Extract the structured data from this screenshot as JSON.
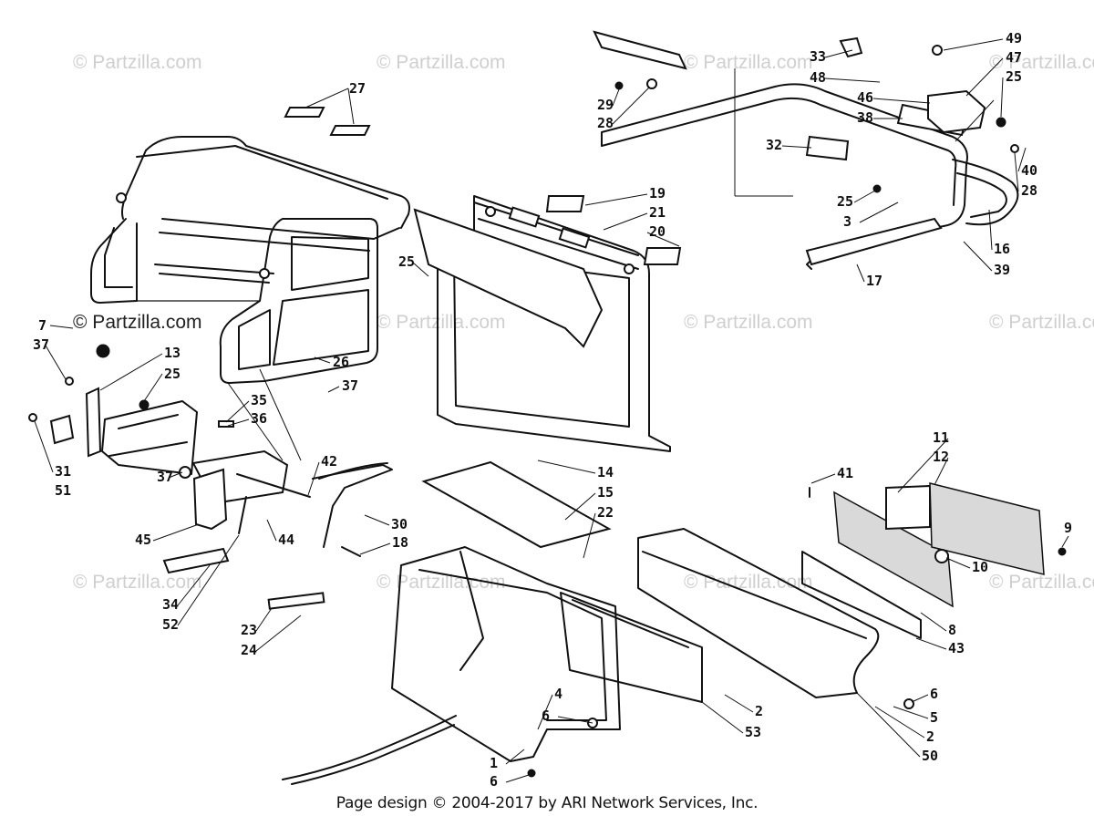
{
  "watermark": "© Partzilla.com",
  "footer": "Page design © 2004-2017 by ARI Network Services, Inc.",
  "callouts": {
    "c1": "1",
    "c2a": "2",
    "c2b": "2",
    "c3": "3",
    "c4": "4",
    "c5": "5",
    "c6a": "6",
    "c6b": "6",
    "c6c": "6",
    "c7": "7",
    "c8": "8",
    "c9": "9",
    "c10": "10",
    "c11": "11",
    "c12": "12",
    "c13": "13",
    "c14": "14",
    "c15": "15",
    "c16": "16",
    "c17": "17",
    "c18": "18",
    "c19": "19",
    "c20": "20",
    "c21": "21",
    "c22": "22",
    "c23": "23",
    "c24": "24",
    "c25a": "25",
    "c25b": "25",
    "c25c": "25",
    "c25d": "25",
    "c26": "26",
    "c27": "27",
    "c28a": "28",
    "c28b": "28",
    "c29": "29",
    "c30": "30",
    "c31": "31",
    "c32": "32",
    "c33": "33",
    "c34": "34",
    "c35": "35",
    "c36": "36",
    "c37a": "37",
    "c37b": "37",
    "c37c": "37",
    "c38": "38",
    "c39": "39",
    "c40": "40",
    "c41": "41",
    "c42": "42",
    "c43": "43",
    "c44": "44",
    "c45": "45",
    "c46": "46",
    "c47": "47",
    "c48": "48",
    "c49": "49",
    "c50": "50",
    "c51": "51",
    "c52": "52",
    "c53": "53"
  }
}
